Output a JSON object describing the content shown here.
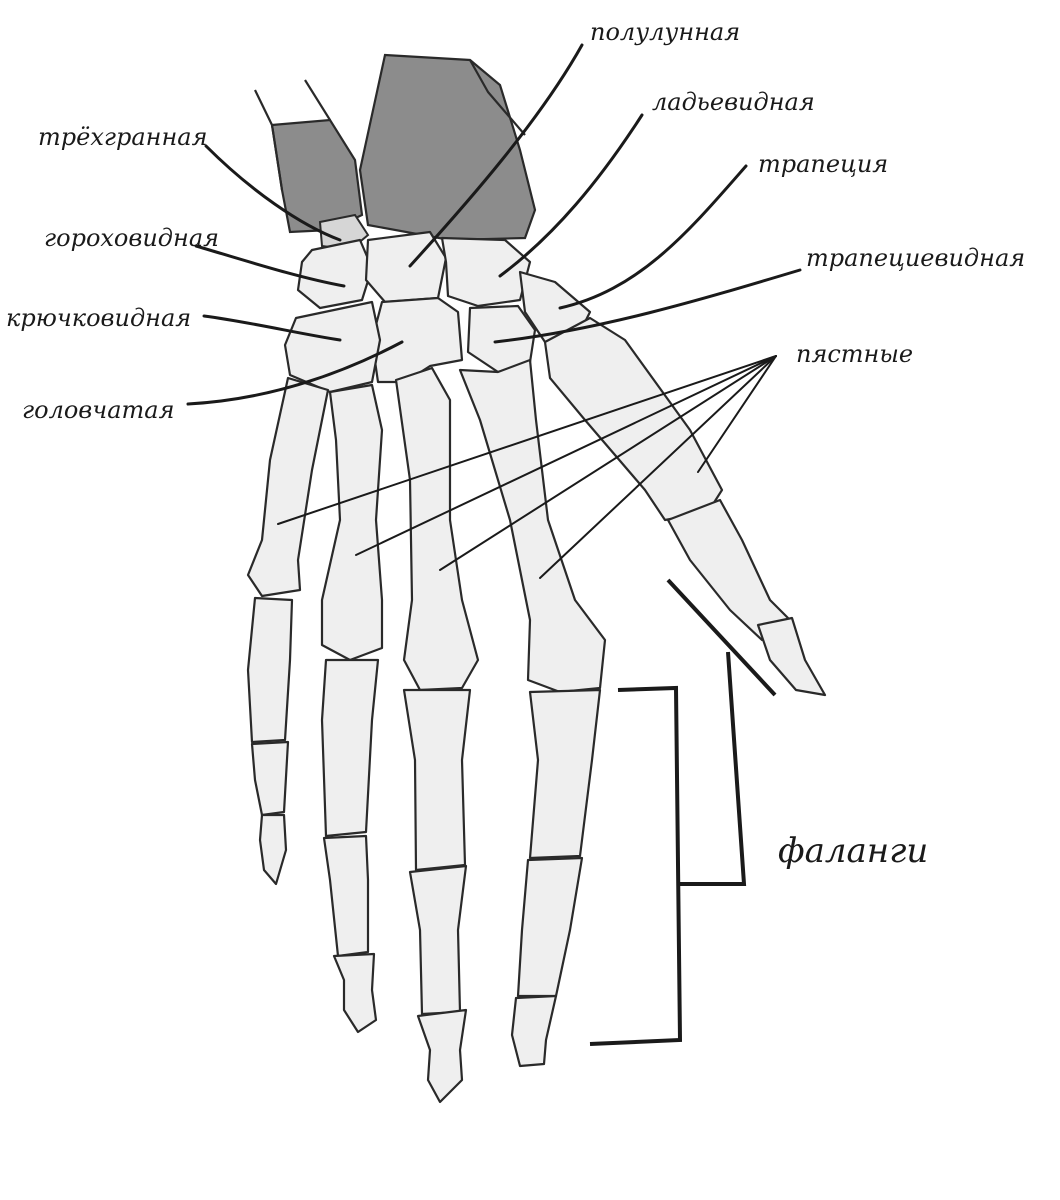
{
  "labels": {
    "lunate": "полулунная",
    "scaphoid": "ладьевидная",
    "triquetrum": "трёхгранная",
    "trapezium": "трапеция",
    "pisiform": "гороховидная",
    "trapezoid": "трапециевидная",
    "hamate": "крючковидная",
    "metacarpals": "пястные",
    "capitate": "головчатая",
    "phalanges": "фаланги"
  }
}
